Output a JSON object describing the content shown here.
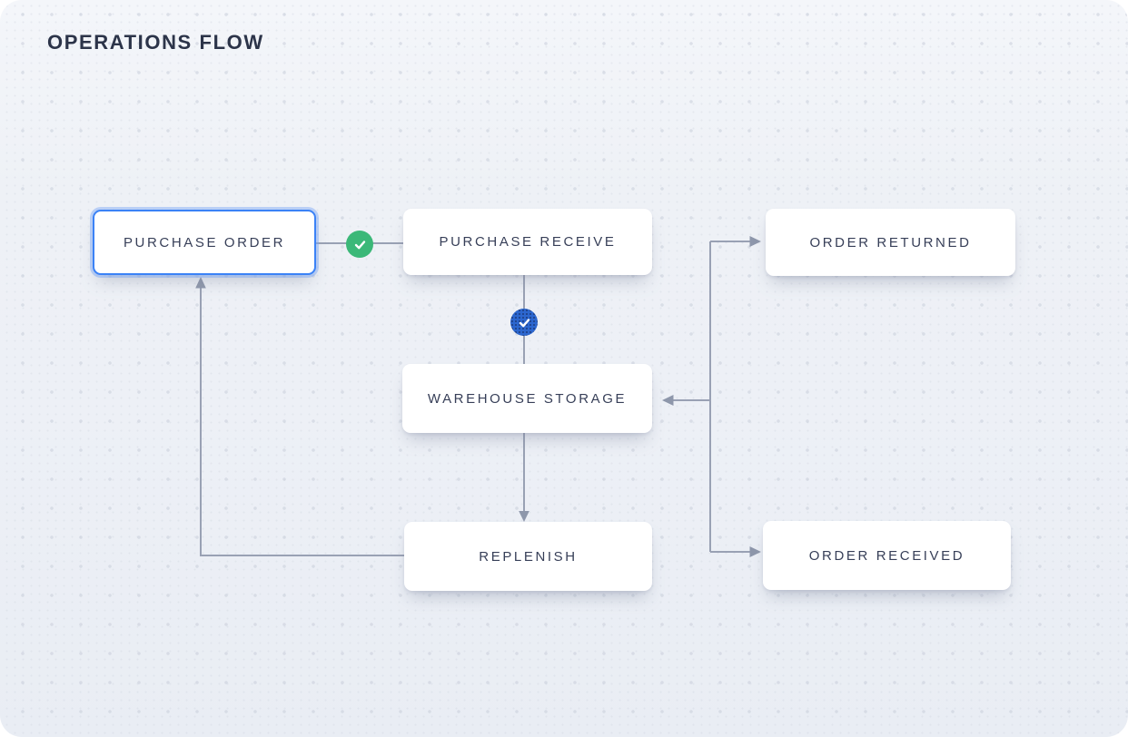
{
  "title": "OPERATIONS FLOW",
  "nodes": [
    {
      "id": "purchase-order",
      "label": "PURCHASE ORDER",
      "state": "selected"
    },
    {
      "id": "purchase-receive",
      "label": "PURCHASE RECEIVE",
      "state": "default"
    },
    {
      "id": "order-returned",
      "label": "ORDER RETURNED",
      "state": "default"
    },
    {
      "id": "warehouse-storage",
      "label": "WAREHOUSE STORAGE",
      "state": "default"
    },
    {
      "id": "replenish",
      "label": "REPLENISH",
      "state": "default"
    },
    {
      "id": "order-received",
      "label": "ORDER RECEIVED",
      "state": "default"
    }
  ],
  "badges": [
    {
      "id": "green-check",
      "icon": "check-icon",
      "color": "#3bb878",
      "on_edge": "purchase-order to purchase-receive"
    },
    {
      "id": "blue-check",
      "icon": "check-icon",
      "color": "#2c67cf",
      "on_edge": "purchase-receive to warehouse-storage"
    }
  ],
  "edges": [
    {
      "from": "purchase-order",
      "to": "purchase-receive",
      "arrowhead": "none"
    },
    {
      "from": "purchase-receive",
      "to": "warehouse-storage",
      "arrowhead": "none"
    },
    {
      "from": "warehouse-storage",
      "to": "replenish",
      "arrowhead": "down"
    },
    {
      "from": "replenish",
      "to": "purchase-order",
      "arrowhead": "up"
    },
    {
      "from": "trunk",
      "to": "order-returned",
      "arrowhead": "right"
    },
    {
      "from": "trunk",
      "to": "warehouse-storage",
      "arrowhead": "left"
    },
    {
      "from": "trunk",
      "to": "order-received",
      "arrowhead": "right"
    }
  ],
  "colors": {
    "canvas_background": "#eef1f6",
    "title_text": "#2c3449",
    "node_background": "#ffffff",
    "node_text": "#373f58",
    "selected_border": "#3b82f6",
    "connector_line": "#99a1b4",
    "green_badge": "#3bb878",
    "blue_badge": "#2c67cf"
  }
}
